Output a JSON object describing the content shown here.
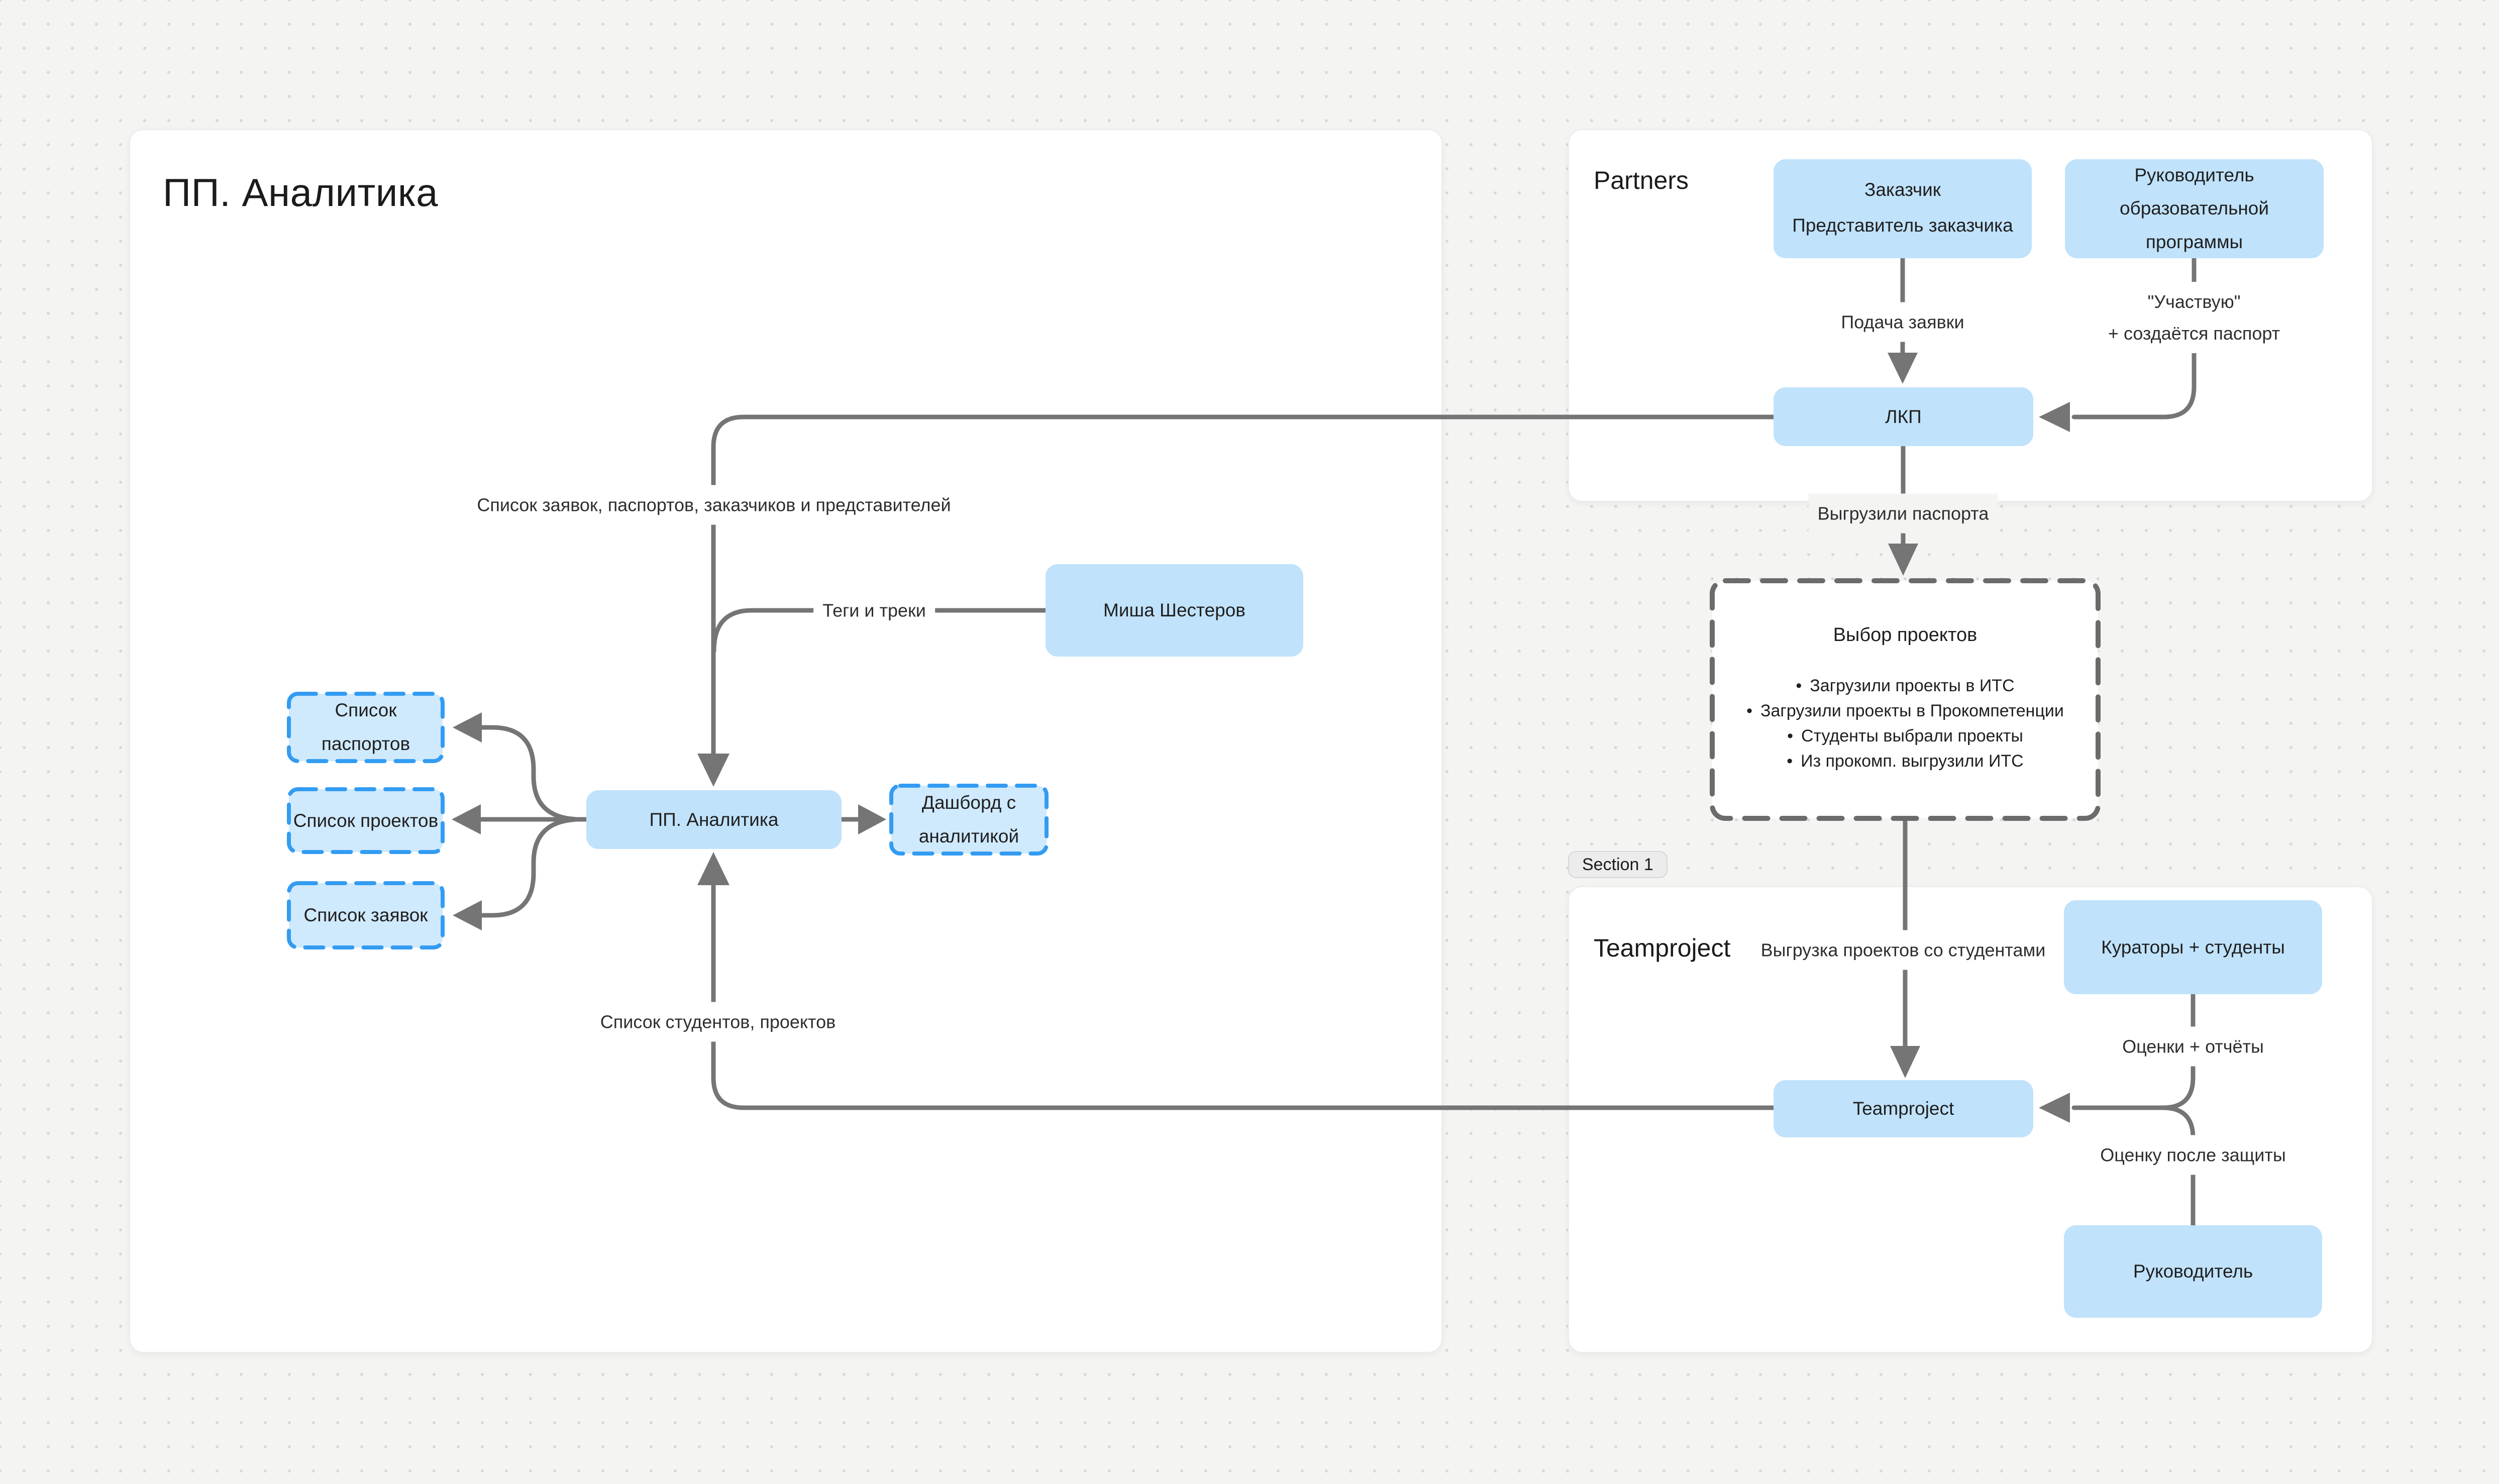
{
  "colors": {
    "canvas_bg": "#F4F4F3",
    "frame_bg": "#FFFFFF",
    "node_fill": "#C0E2FB",
    "node_fill_light": "#CFE9FD",
    "dashed_blue": "#339CF2",
    "dashed_gray": "#6B6B6B",
    "connector_gray": "#757575",
    "text": "#1F1F1F"
  },
  "frames": {
    "analytics": {
      "title": "ПП. Аналитика"
    },
    "partners": {
      "title": "Partners"
    },
    "teamproject": {
      "title": "Teamproject"
    }
  },
  "section_tag": {
    "label": "Section 1"
  },
  "nodes": {
    "customer": {
      "line1": "Заказчик",
      "line2": "Представитель заказчика"
    },
    "program_head": {
      "label": "Руководитель образовательной программы"
    },
    "lkp": {
      "label": "ЛКП"
    },
    "misha": {
      "label": "Миша Шестеров"
    },
    "pp_analytics": {
      "label": "ПП. Аналитика"
    },
    "dashboard": {
      "label": "Дашборд с аналитикой"
    },
    "passports_list": {
      "label": "Список паспортов"
    },
    "projects_list": {
      "label": "Список проектов"
    },
    "applications_list": {
      "label": "Список заявок"
    },
    "project_choice": {
      "title": "Выбор проектов",
      "bullet_char": "•",
      "bullets": [
        "Загрузили проекты в ИТС",
        "Загрузили проекты в Прокомпетенции",
        "Студенты выбрали проекты",
        "Из прокомп. выгрузили ИТС"
      ]
    },
    "curators_students": {
      "label": "Кураторы + студенты"
    },
    "teamproject_service": {
      "label": "Teamproject"
    },
    "head": {
      "label": "Руководитель"
    }
  },
  "edge_labels": {
    "apply": "Подача заявки",
    "participate_line1": "\"Участвую\"",
    "participate_line2": "+ создаётся паспорт",
    "passports_export": "Выгрузили паспорта",
    "lists_export": "Список заявок, паспортов, заказчиков и представителей",
    "tags_tracks": "Теги и треки",
    "students_projects": "Список студентов, проектов",
    "projects_with_students": "Выгрузка проектов со студентами",
    "grades_reports": "Оценки + отчёты",
    "grade_after_defense": "Оценку после защиты"
  }
}
